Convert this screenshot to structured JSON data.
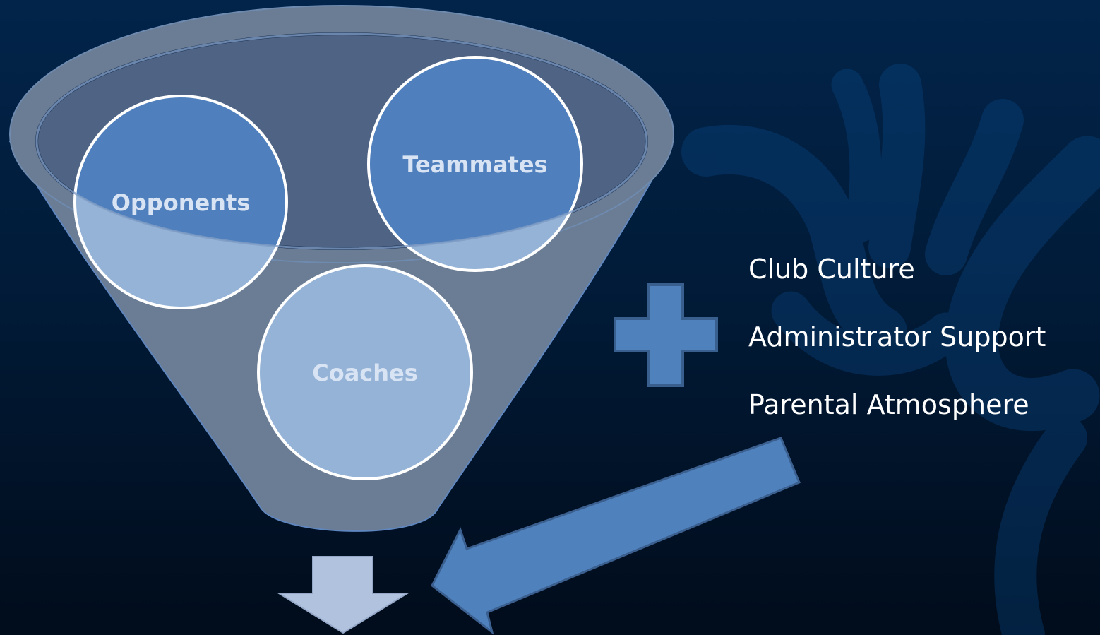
{
  "funnel": {
    "circles": [
      {
        "label": "Opponents"
      },
      {
        "label": "Teammates"
      },
      {
        "label": "Coaches"
      }
    ]
  },
  "side_factors": [
    "Club Culture",
    "Administrator Support",
    "Parental Atmosphere"
  ],
  "colors": {
    "background_top": "#02244a",
    "background_bottom": "#010c1b",
    "funnel_body": "#6b7d94",
    "circle_dark": "#4f80bd",
    "circle_light": "#95b3d7",
    "plus_sign": "#4f81bd",
    "down_arrow": "#b0c2de",
    "text": "#ffffff"
  }
}
